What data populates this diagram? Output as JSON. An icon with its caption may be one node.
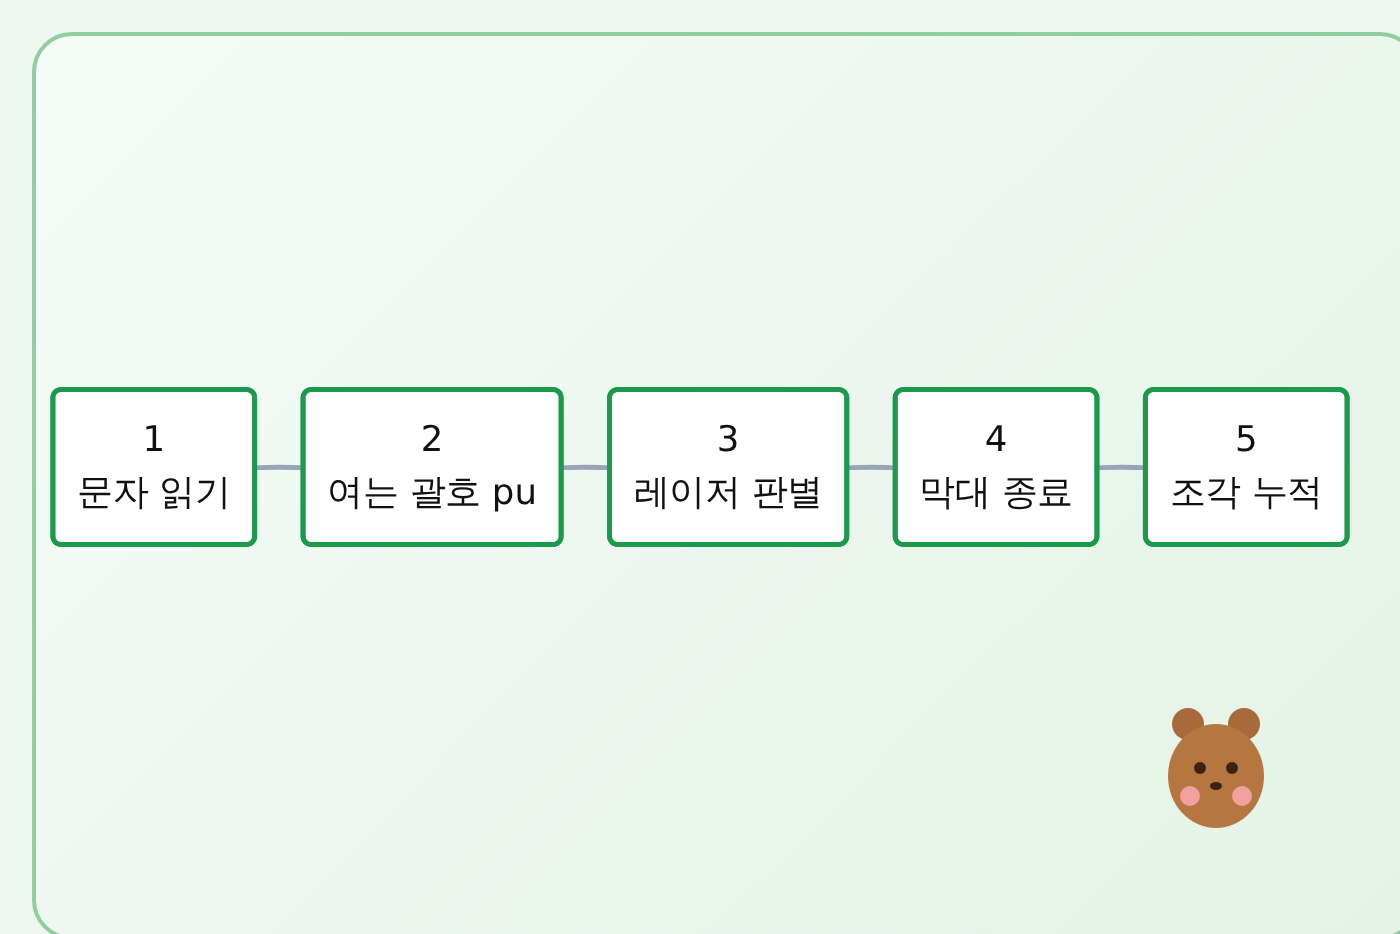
{
  "diagram": {
    "nodes": [
      {
        "text": [
          "1",
          "문자 읽기"
        ]
      },
      {
        "text": [
          "2",
          "여는 괄호 pu"
        ]
      },
      {
        "text": [
          "3",
          "레이저 판별"
        ]
      },
      {
        "text": [
          "4",
          "막대 종료"
        ]
      },
      {
        "text": [
          "5",
          "조각 누적"
        ]
      }
    ],
    "edges": [
      {
        "from": 0,
        "to": 1,
        "arrow": "none"
      },
      {
        "from": 1,
        "to": 2,
        "arrow": "none"
      },
      {
        "from": 2,
        "to": 3,
        "arrow": "none"
      },
      {
        "from": 3,
        "to": 4,
        "arrow": "none"
      }
    ]
  }
}
